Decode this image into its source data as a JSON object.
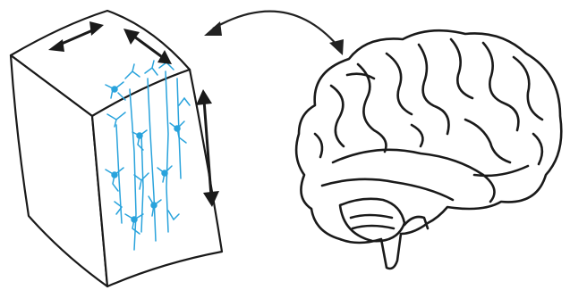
{
  "colors": {
    "background": "#ffffff",
    "outline": "#1a1a1a",
    "arrow": "#222222",
    "neurons": "#29a3dc"
  },
  "icons": {
    "cortical_block": "cortical-column-block",
    "neurons": "neuron-dendrites",
    "brain": "human-brain-side-view",
    "link_arrow": "curved-double-arrow",
    "dimension_arrows": [
      "width-arrow",
      "depth-arrow",
      "height-arrow"
    ]
  }
}
